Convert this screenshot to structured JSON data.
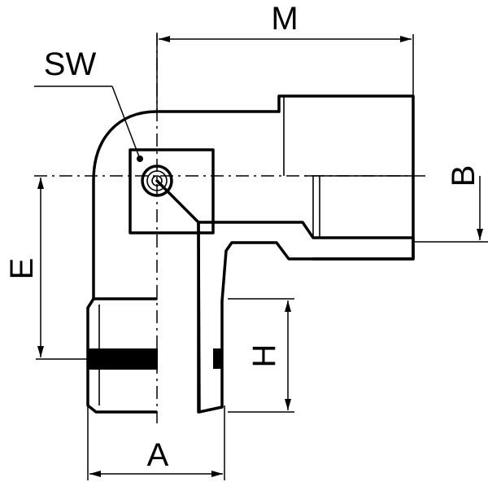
{
  "diagram": {
    "labels": {
      "m": "M",
      "sw": "SW",
      "b": "B",
      "e": "E",
      "h": "H",
      "a": "A"
    }
  }
}
